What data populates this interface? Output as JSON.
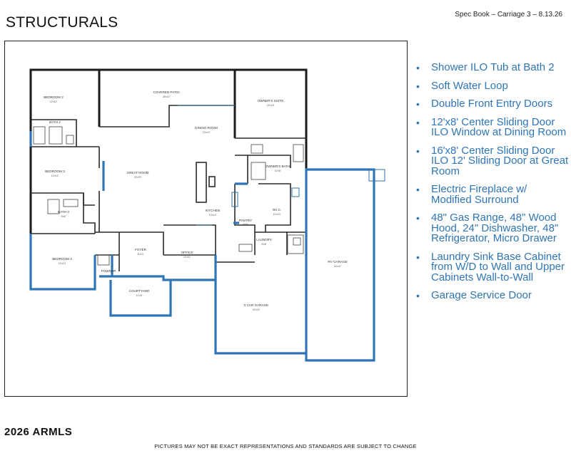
{
  "header": {
    "title": "STRUCTURALS",
    "spec_book": "Spec Book – Carriage 3 – 8.13.26"
  },
  "floorplan": {
    "rooms": {
      "bedroom2": "BEDROOM 2",
      "bath2": "BATH 2",
      "covered_patio": "COVERED PATIO",
      "owners_suite": "OWNER'S SUITE",
      "dining_room": "DINING ROOM",
      "bedroom3": "BEDROOM 3",
      "great_room": "GREAT ROOM",
      "owners_bath": "OWNER'S BATH",
      "bath3": "BATH 3",
      "kitchen": "KITCHEN",
      "wic": "W.I.C.",
      "pantry": "PANTRY",
      "laundry": "LAUNDRY",
      "foyer": "FOYER",
      "office": "OFFICE",
      "bedroom4": "BEDROOM 4",
      "powder": "POWDER",
      "rv_garage": "RV GARAGE",
      "courtyard": "COURTYARD",
      "garage_2car": "2 CAR GARAGE"
    },
    "sizes": {
      "bedroom2": "12'x12'",
      "covered_patio": "28'x10'",
      "owners_suite": "15'x16'",
      "dining_room": "13'x12'",
      "bedroom3": "12'x12'",
      "great_room": "20'x22'",
      "owners_bath": "10'x8'",
      "bath3": "8'x6'",
      "kitchen": "13'x14'",
      "wic": "10'x10'",
      "pantry": "6'x6'",
      "laundry": "8'x8'",
      "foyer": "8'x10'",
      "office": "11'x11'",
      "bedroom4": "12'x13'",
      "rv_garage": "16'x47'",
      "courtyard": "12'x8'",
      "garage_2car": "22'x22'"
    }
  },
  "features": [
    "Shower ILO Tub at Bath 2",
    "Soft Water Loop",
    "Double Front Entry Doors",
    "12'x8' Center Sliding Door ILO Window at Dining Room",
    "16'x8' Center Sliding Door ILO 12' Sliding Door at Great Room",
    "Electric Fireplace w/ Modified Surround",
    "48\" Gas Range, 48\" Wood Hood, 24\" Dishwasher, 48\" Refrigerator, Micro Drawer",
    "Laundry Sink Base Cabinet from W/D to Wall and Upper Cabinets Wall-to-Wall",
    "Garage Service Door"
  ],
  "footer": {
    "copyright": "2026 ARMLS",
    "disclaimer": "PICTURES MAY NOT BE EXACT REPRESENTATIONS AND STANDARDS ARE SUBJECT TO CHANGE"
  },
  "colors": {
    "accent_blue": "#2e75b6",
    "wall": "#1a1a1a"
  }
}
